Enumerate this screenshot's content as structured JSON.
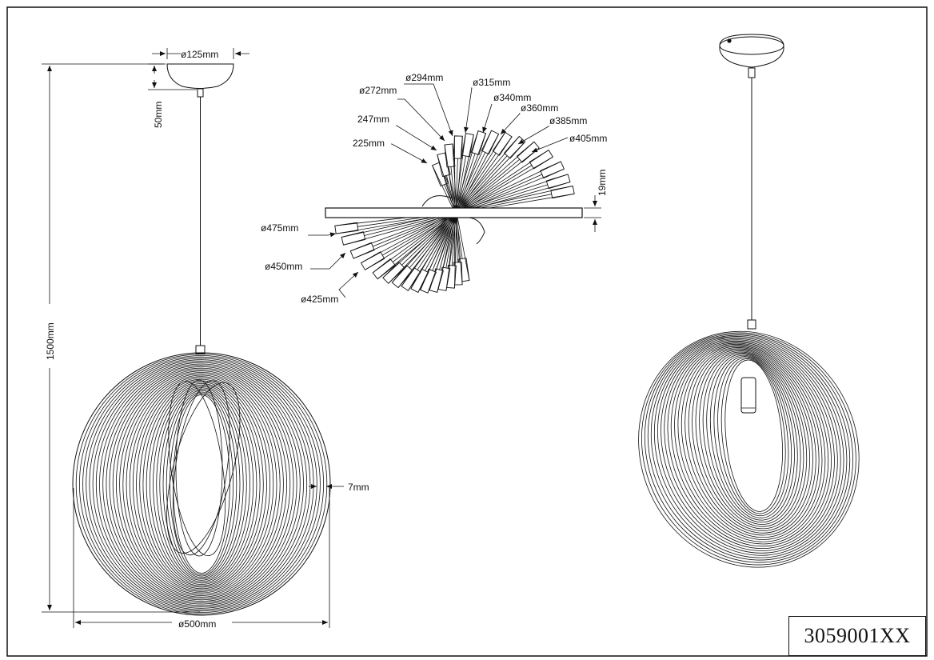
{
  "product_code": "3059001XX",
  "front_view": {
    "canopy_diameter": "ø125mm",
    "canopy_height": "50mm",
    "overall_height": "1500mm",
    "shade_diameter": "ø500mm",
    "rib_width": "7mm"
  },
  "exploded_view": {
    "upper_rings": [
      "225mm",
      "247mm",
      "ø272mm",
      "ø294mm",
      "ø315mm",
      "ø340mm",
      "ø360mm",
      "ø385mm",
      "ø405mm"
    ],
    "lower_rings": [
      "ø475mm",
      "ø450mm",
      "ø425mm"
    ],
    "bar_thickness": "19mm"
  },
  "colors": {
    "line": "#111111",
    "background": "#ffffff"
  }
}
